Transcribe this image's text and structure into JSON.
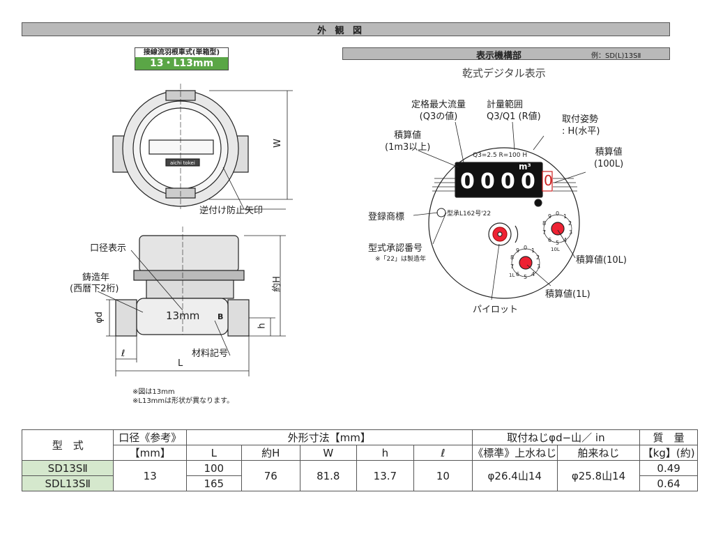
{
  "section": {
    "title": "外 観 図"
  },
  "badge": {
    "top": "接線流羽根車式(単箱型)",
    "bottom": "13・L13mm"
  },
  "display_header": {
    "title": "表示機構部",
    "example": "例：SD(L)13SⅡ"
  },
  "display_subtitle": "乾式デジタル表示",
  "meter_face": {
    "top_text": "Q3=2.5 R=100 H",
    "unit": "m³",
    "digits": [
      "0",
      "0",
      "0",
      "0"
    ],
    "red_digit": "0",
    "approval": "型承L162号'22",
    "dial10_numbers": [
      "0",
      "1",
      "2",
      "3",
      "4",
      "5",
      "6",
      "7",
      "8",
      "9"
    ],
    "dial10_label": "10L",
    "dial1_label": "1L"
  },
  "callouts": {
    "rated_flow": "定格最大流量\n(Q3の値)",
    "range": "計量範囲\nQ3/Q1 (R値)",
    "orientation": "取付姿勢\n: H(水平)",
    "accum_1m3": "積算値\n(1m3以上)",
    "accum_100l": "積算値\n(100L)",
    "trademark": "登録商標",
    "approval_no": "型式承認番号",
    "approval_note": "※「22」は製造年",
    "accum_10l": "積算値(10L)",
    "accum_1l": "積算値(1L)",
    "pilot": "パイロット"
  },
  "drawing_labels": {
    "W": "W",
    "backflow": "逆付け防止矢印",
    "caliber_display": "口径表示",
    "cast_year": "鋳造年",
    "cast_year_note": "(西暦下2桁)",
    "approx_H": "約H",
    "phi_d": "φd",
    "h": "h",
    "ell": "ℓ",
    "L": "L",
    "material": "材料記号",
    "size_mark": "13mm",
    "b_mark": "B",
    "logo": "aichi tokei"
  },
  "notes": [
    "※図は13mm",
    "※L13mmは形状が異なります。"
  ],
  "table": {
    "h_model": "型　式",
    "h_caliber": "口径《参考》",
    "h_caliber_unit": "【mm】",
    "h_dims": "外形寸法【mm】",
    "h_thread": "取付ねじφd−山／ in",
    "h_mass": "質　量",
    "h_mass_unit": "【kg】(約)",
    "c_L": "L",
    "c_H": "約H",
    "c_W": "W",
    "c_h": "h",
    "c_l": "ℓ",
    "c_std": "《標準》上水ねじ",
    "c_imp": "舶来ねじ",
    "rows": [
      {
        "model": "SD13SⅡ",
        "L": "100",
        "mass": "0.49"
      },
      {
        "model": "SDL13SⅡ",
        "L": "165",
        "mass": "0.64"
      }
    ],
    "caliber": "13",
    "H": "76",
    "W": "81.8",
    "h": "13.7",
    "l": "10",
    "std_thread": "φ26.4山14",
    "imp_thread": "φ25.8山14"
  }
}
